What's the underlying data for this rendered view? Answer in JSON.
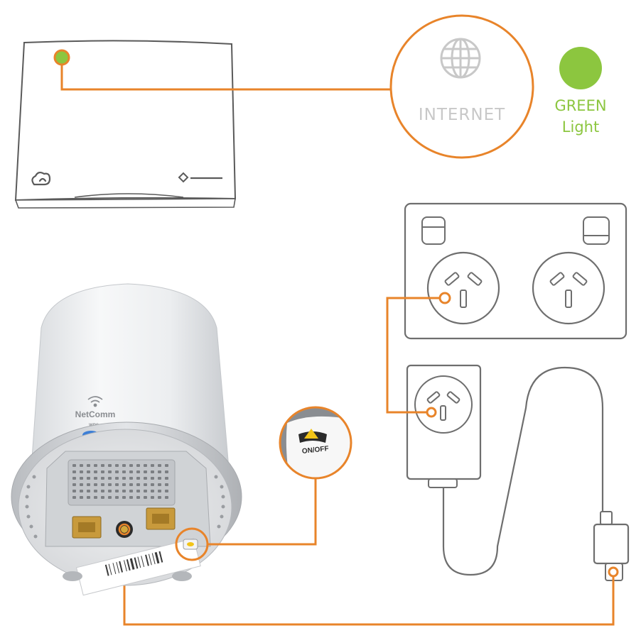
{
  "internet_bubble": {
    "label": "INTERNET",
    "icon": "globe-icon"
  },
  "status_light": {
    "label_line1": "GREEN",
    "label_line2": "Light",
    "color": "#8cc63f"
  },
  "satellite": {
    "brand": "NetComm",
    "wps_label": "WPS",
    "switch_label": "ON/OFF"
  },
  "colors": {
    "accent": "#e8842a",
    "outline": "#7a7a7a",
    "internet_text": "#c8c8c8",
    "wps_button": "#3d7fd6",
    "switch_yellow": "#f2c418"
  }
}
